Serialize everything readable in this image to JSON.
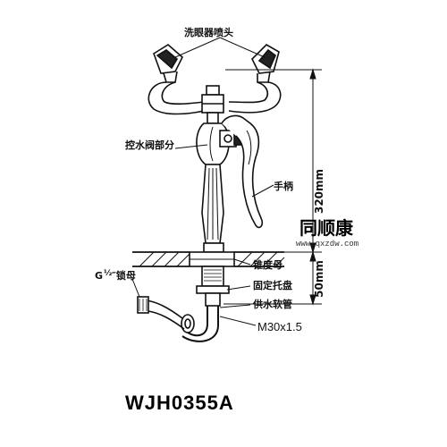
{
  "labels": {
    "eye_wash_heads": "洗眼器喷头",
    "control_valve": "控水阀部分",
    "handle": "手柄",
    "cone_nut": "锥度母",
    "fixing_tray": "固定托盘",
    "supply_hose": "供水软管",
    "thread": "M30x1.5",
    "lock_nut_prefix": "G",
    "lock_nut_fraction": "½",
    "lock_nut_suffix": "″锁母"
  },
  "dimensions": {
    "height_upper": "320mm",
    "height_lower": "50mm"
  },
  "brand": {
    "name": "同顺康",
    "url": "www.qxzdw.com"
  },
  "model": "WJH0355A"
}
